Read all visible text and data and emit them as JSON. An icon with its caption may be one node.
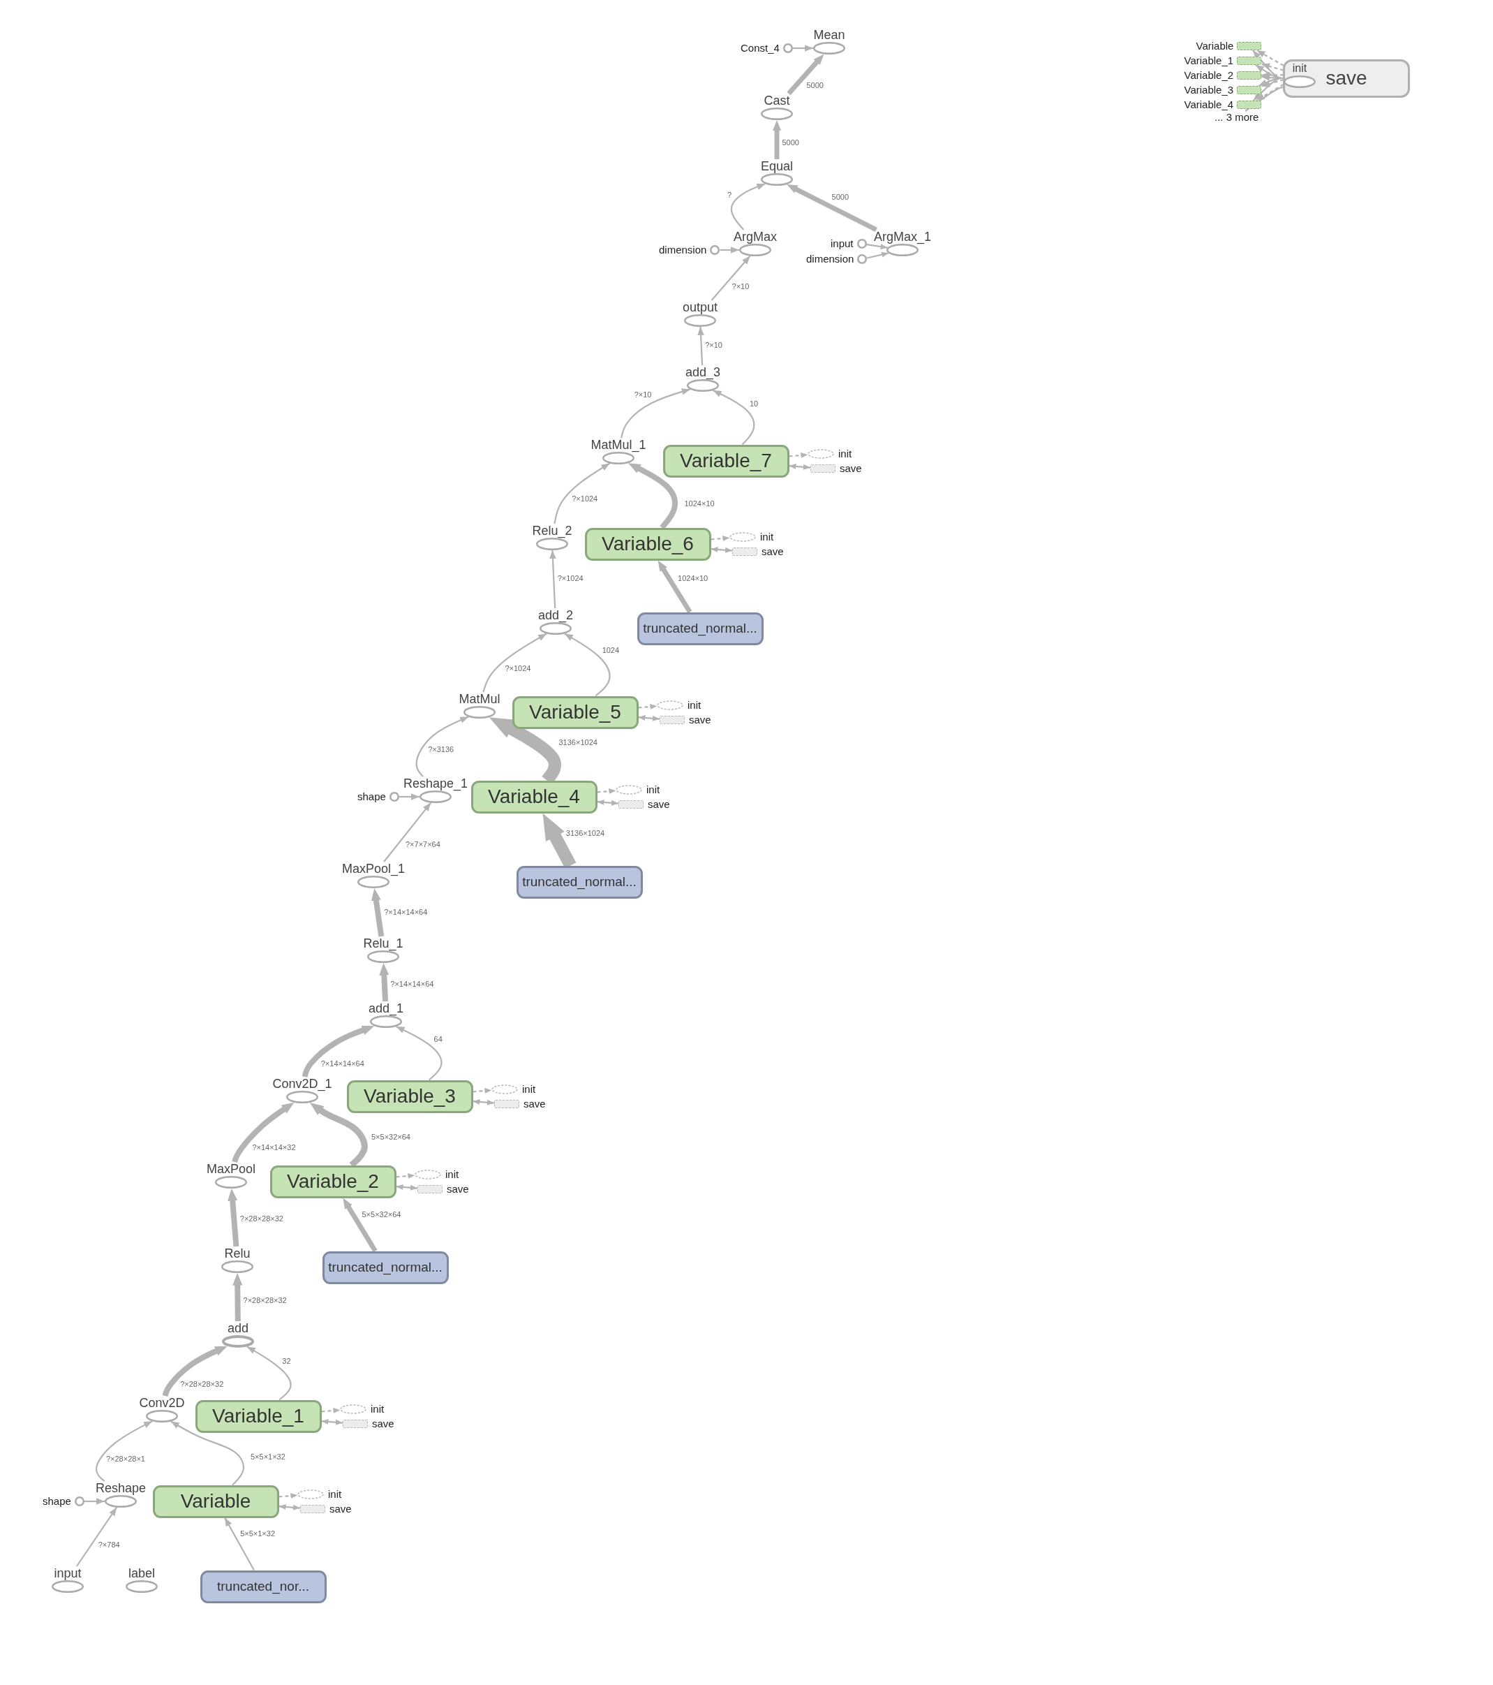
{
  "diagram": {
    "nodes": [
      {
        "text": [
          "Mean"
        ]
      },
      {
        "text": [
          "Const_4"
        ]
      },
      {
        "text": [
          "Cast"
        ]
      },
      {
        "text": [
          "Equal"
        ]
      },
      {
        "text": [
          "ArgMax"
        ]
      },
      {
        "text": [
          "dimension"
        ]
      },
      {
        "text": [
          "ArgMax_1"
        ]
      },
      {
        "text": [
          "input"
        ]
      },
      {
        "text": [
          "dimension"
        ]
      },
      {
        "text": [
          "save"
        ]
      },
      {
        "text": [
          "init"
        ],
        "in": 9
      },
      {
        "text": [
          "Variable"
        ]
      },
      {
        "text": [
          "Variable_1"
        ]
      },
      {
        "text": [
          "Variable_2"
        ]
      },
      {
        "text": [
          "Variable_3"
        ]
      },
      {
        "text": [
          "Variable_4"
        ]
      },
      {
        "text": [
          "... 3 more"
        ]
      },
      {
        "text": [
          "output"
        ]
      },
      {
        "text": [
          "add_3"
        ]
      },
      {
        "text": [
          "MatMul_1"
        ]
      },
      {
        "text": [
          "Variable_7"
        ]
      },
      {
        "text": [
          "init"
        ]
      },
      {
        "text": [
          "save"
        ]
      },
      {
        "text": [
          "Relu_2"
        ]
      },
      {
        "text": [
          "Variable_6"
        ]
      },
      {
        "text": [
          "init"
        ]
      },
      {
        "text": [
          "save"
        ]
      },
      {
        "text": [
          "add_2"
        ]
      },
      {
        "text": [
          "truncated_normal..."
        ]
      },
      {
        "text": [
          "MatMul"
        ]
      },
      {
        "text": [
          "Variable_5"
        ]
      },
      {
        "text": [
          "init"
        ]
      },
      {
        "text": [
          "save"
        ]
      },
      {
        "text": [
          "Reshape_1"
        ]
      },
      {
        "text": [
          "shape"
        ]
      },
      {
        "text": [
          "Variable_4"
        ]
      },
      {
        "text": [
          "init"
        ]
      },
      {
        "text": [
          "save"
        ]
      },
      {
        "text": [
          "MaxPool_1"
        ]
      },
      {
        "text": [
          "truncated_normal..."
        ]
      },
      {
        "text": [
          "Relu_1"
        ]
      },
      {
        "text": [
          "add_1"
        ]
      },
      {
        "text": [
          "Conv2D_1"
        ]
      },
      {
        "text": [
          "Variable_3"
        ]
      },
      {
        "text": [
          "init"
        ]
      },
      {
        "text": [
          "save"
        ]
      },
      {
        "text": [
          "MaxPool"
        ]
      },
      {
        "text": [
          "Variable_2"
        ]
      },
      {
        "text": [
          "init"
        ]
      },
      {
        "text": [
          "save"
        ]
      },
      {
        "text": [
          "Relu"
        ]
      },
      {
        "text": [
          "truncated_normal..."
        ]
      },
      {
        "text": [
          "add"
        ]
      },
      {
        "text": [
          "Conv2D"
        ]
      },
      {
        "text": [
          "Variable_1"
        ]
      },
      {
        "text": [
          "init"
        ]
      },
      {
        "text": [
          "save"
        ]
      },
      {
        "text": [
          "Reshape"
        ]
      },
      {
        "text": [
          "shape"
        ]
      },
      {
        "text": [
          "Variable"
        ]
      },
      {
        "text": [
          "init"
        ]
      },
      {
        "text": [
          "save"
        ]
      },
      {
        "text": [
          "input"
        ]
      },
      {
        "text": [
          "label"
        ]
      },
      {
        "text": [
          "truncated_nor..."
        ]
      }
    ],
    "edges": [
      {
        "from": 1,
        "to": 0,
        "arrow": "to"
      },
      {
        "from": 2,
        "to": 0,
        "arrow": "to",
        "label": "5000",
        "style": "thick"
      },
      {
        "from": 3,
        "to": 2,
        "arrow": "to",
        "label": "5000",
        "style": "thick"
      },
      {
        "from": 4,
        "to": 3,
        "arrow": "to",
        "label": "?"
      },
      {
        "from": 6,
        "to": 3,
        "arrow": "to",
        "label": "5000",
        "style": "thick"
      },
      {
        "from": 5,
        "to": 4,
        "arrow": "to"
      },
      {
        "from": 7,
        "to": 6,
        "arrow": "to"
      },
      {
        "from": 8,
        "to": 6,
        "arrow": "to"
      },
      {
        "from": 10,
        "to": 11,
        "arrow": "to",
        "style": "dashed"
      },
      {
        "from": 10,
        "to": 12,
        "arrow": "to",
        "style": "dashed"
      },
      {
        "from": 10,
        "to": 13,
        "arrow": "to",
        "style": "dashed"
      },
      {
        "from": 10,
        "to": 14,
        "arrow": "to",
        "style": "dashed"
      },
      {
        "from": 10,
        "to": 15,
        "arrow": "to",
        "style": "dashed"
      },
      {
        "from": 9,
        "to": 11,
        "arrow": "to"
      },
      {
        "from": 9,
        "to": 12,
        "arrow": "to"
      },
      {
        "from": 9,
        "to": 13,
        "arrow": "to"
      },
      {
        "from": 9,
        "to": 14,
        "arrow": "to"
      },
      {
        "from": 9,
        "to": 15,
        "arrow": "to"
      },
      {
        "from": 9,
        "to": 16,
        "arrow": "none"
      },
      {
        "from": 17,
        "to": 4,
        "arrow": "to",
        "label": "?×10"
      },
      {
        "from": 18,
        "to": 17,
        "arrow": "to",
        "label": "?×10"
      },
      {
        "from": 19,
        "to": 18,
        "arrow": "to",
        "label": "?×10"
      },
      {
        "from": 20,
        "to": 18,
        "arrow": "to",
        "label": "10"
      },
      {
        "from": 20,
        "to": 21,
        "arrow": "to",
        "style": "dashed"
      },
      {
        "from": 20,
        "to": 22,
        "arrow": "both"
      },
      {
        "from": 23,
        "to": 19,
        "arrow": "to",
        "label": "?×1024"
      },
      {
        "from": 24,
        "to": 19,
        "arrow": "to",
        "label": "1024×10",
        "style": "thick"
      },
      {
        "from": 24,
        "to": 25,
        "arrow": "to",
        "style": "dashed"
      },
      {
        "from": 24,
        "to": 26,
        "arrow": "both"
      },
      {
        "from": 27,
        "to": 23,
        "arrow": "to",
        "label": "?×1024"
      },
      {
        "from": 28,
        "to": 24,
        "arrow": "to",
        "label": "1024×10",
        "style": "thick"
      },
      {
        "from": 29,
        "to": 27,
        "arrow": "to",
        "label": "?×1024"
      },
      {
        "from": 30,
        "to": 27,
        "arrow": "to",
        "label": "1024"
      },
      {
        "from": 30,
        "to": 31,
        "arrow": "to",
        "style": "dashed"
      },
      {
        "from": 30,
        "to": 32,
        "arrow": "both"
      },
      {
        "from": 33,
        "to": 29,
        "arrow": "to",
        "label": "?×3136"
      },
      {
        "from": 35,
        "to": 29,
        "arrow": "to",
        "label": "3136×1024",
        "style": "thick"
      },
      {
        "from": 34,
        "to": 33,
        "arrow": "to"
      },
      {
        "from": 35,
        "to": 36,
        "arrow": "to",
        "style": "dashed"
      },
      {
        "from": 35,
        "to": 37,
        "arrow": "both"
      },
      {
        "from": 38,
        "to": 33,
        "arrow": "to",
        "label": "?×7×7×64"
      },
      {
        "from": 39,
        "to": 35,
        "arrow": "to",
        "label": "3136×1024",
        "style": "thick"
      },
      {
        "from": 40,
        "to": 38,
        "arrow": "to",
        "label": "?×14×14×64",
        "style": "thick"
      },
      {
        "from": 41,
        "to": 40,
        "arrow": "to",
        "label": "?×14×14×64",
        "style": "thick"
      },
      {
        "from": 42,
        "to": 41,
        "arrow": "to",
        "label": "?×14×14×64",
        "style": "thick"
      },
      {
        "from": 43,
        "to": 41,
        "arrow": "to",
        "label": "64"
      },
      {
        "from": 43,
        "to": 44,
        "arrow": "to",
        "style": "dashed"
      },
      {
        "from": 43,
        "to": 45,
        "arrow": "both"
      },
      {
        "from": 46,
        "to": 42,
        "arrow": "to",
        "label": "?×14×14×32",
        "style": "thick"
      },
      {
        "from": 47,
        "to": 42,
        "arrow": "to",
        "label": "5×5×32×64",
        "style": "thick"
      },
      {
        "from": 47,
        "to": 48,
        "arrow": "to",
        "style": "dashed"
      },
      {
        "from": 47,
        "to": 49,
        "arrow": "both"
      },
      {
        "from": 50,
        "to": 46,
        "arrow": "to",
        "label": "?×28×28×32",
        "style": "thick"
      },
      {
        "from": 51,
        "to": 47,
        "arrow": "to",
        "label": "5×5×32×64",
        "style": "thick"
      },
      {
        "from": 52,
        "to": 50,
        "arrow": "to",
        "label": "?×28×28×32",
        "style": "thick"
      },
      {
        "from": 53,
        "to": 52,
        "arrow": "to",
        "label": "?×28×28×32",
        "style": "thick"
      },
      {
        "from": 54,
        "to": 52,
        "arrow": "to",
        "label": "32"
      },
      {
        "from": 54,
        "to": 55,
        "arrow": "to",
        "style": "dashed"
      },
      {
        "from": 54,
        "to": 56,
        "arrow": "both"
      },
      {
        "from": 57,
        "to": 53,
        "arrow": "to",
        "label": "?×28×28×1"
      },
      {
        "from": 59,
        "to": 53,
        "arrow": "to",
        "label": "5×5×1×32"
      },
      {
        "from": 58,
        "to": 57,
        "arrow": "to"
      },
      {
        "from": 59,
        "to": 60,
        "arrow": "to",
        "style": "dashed"
      },
      {
        "from": 59,
        "to": 61,
        "arrow": "both"
      },
      {
        "from": 62,
        "to": 57,
        "arrow": "to",
        "label": "?×784"
      },
      {
        "from": 64,
        "to": 59,
        "arrow": "to",
        "label": "5×5×1×32"
      }
    ]
  }
}
